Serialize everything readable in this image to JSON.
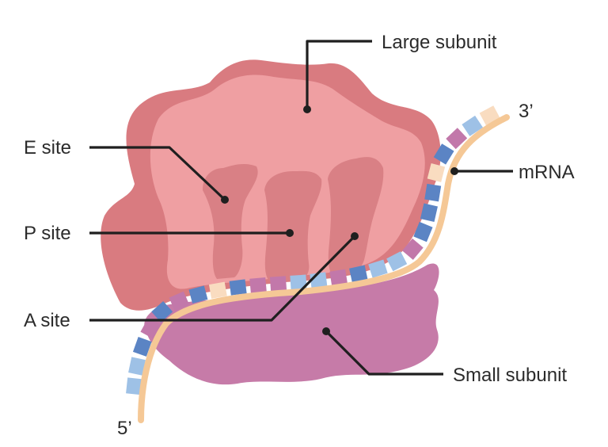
{
  "labels": {
    "large_subunit": "Large subunit",
    "small_subunit": "Small subunit",
    "e_site": "E site",
    "p_site": "P site",
    "a_site": "A site",
    "mrna": "mRNA",
    "three_prime": "3’",
    "five_prime": "5’"
  },
  "colors": {
    "large_subunit_dark": "#d97b80",
    "large_subunit_light": "#ef9fa2",
    "site_channel": "#d98085",
    "small_subunit": "#c67ba8",
    "mrna_strand": "#f5c896",
    "codon_dark_blue": "#5b84c4",
    "codon_light_blue": "#9ec1e6",
    "codon_magenta": "#c278aa",
    "codon_peach": "#f9dcc0",
    "leader_line": "#1f1f1f"
  }
}
